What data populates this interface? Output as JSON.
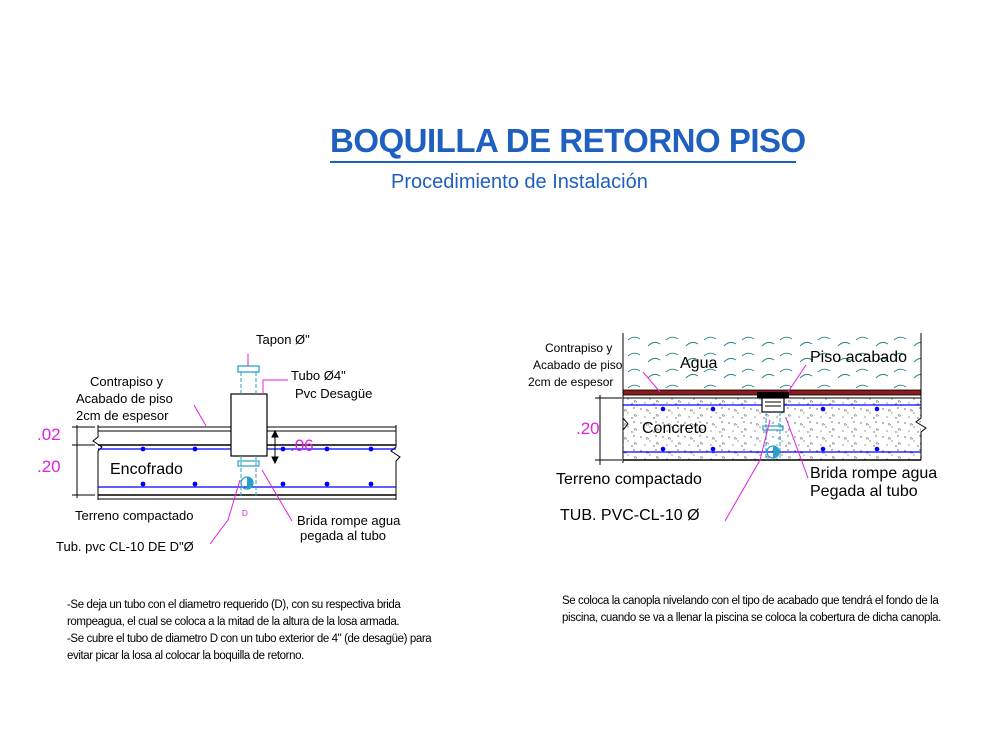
{
  "title": "BOQUILLA DE RETORNO PISO",
  "subtitle": "Procedimiento de Instalación",
  "left_detail": {
    "labels": {
      "tapon": "Tapon Ø\"",
      "tubo4_line1": "Tubo Ø4\"",
      "tubo4_line2": "Pvc Desagüe",
      "contrapiso_line1": "Contrapiso y",
      "contrapiso_line2": "Acabado de piso",
      "contrapiso_line3": "2cm de espesor",
      "dim_02": ".02",
      "dim_20": ".20",
      "encofrado": "Encofrado",
      "dim_06": ".06",
      "terreno": "Terreno compactado",
      "brida_line1": "Brida rompe agua",
      "brida_line2": "pegada al tubo",
      "tub_pvc": "Tub. pvc CL-10 DE D\"Ø",
      "d_mark": "D"
    },
    "notes": [
      "-Se deja un tubo con el diametro requerido (D), con su respectiva brida rompeagua, el cual se coloca a la mitad de la altura de la losa armada.",
      "-Se cubre el tubo de diametro D con un tubo exterior de 4\" (de desagüe) para evitar picar la losa al colocar la boquilla de retorno."
    ]
  },
  "right_detail": {
    "labels": {
      "contrapiso_line1": "Contrapiso y",
      "contrapiso_line2": "Acabado de piso",
      "contrapiso_line3": "2cm de espesor",
      "agua": "Agua",
      "piso_acabado": "Piso acabado",
      "dim_20": ".20",
      "concreto": "Concreto",
      "terreno": "Terreno compactado",
      "brida_line1": "Brida rompe agua",
      "brida_line2": "Pegada al tubo",
      "tub_pvc": "TUB. PVC-CL-10 Ø"
    },
    "notes": [
      "Se coloca la canopla nivelando con el tipo de acabado que tendrá el fondo de la piscina, cuando se va a llenar la piscina se coloca la cobertura de dicha canopla."
    ]
  },
  "colors": {
    "title_blue": "#1f5fbf",
    "leader_magenta": "#e020e0",
    "rebar_blue": "#0000ff",
    "water_teal": "#208080",
    "finish_brown": "#8b1a1a"
  }
}
